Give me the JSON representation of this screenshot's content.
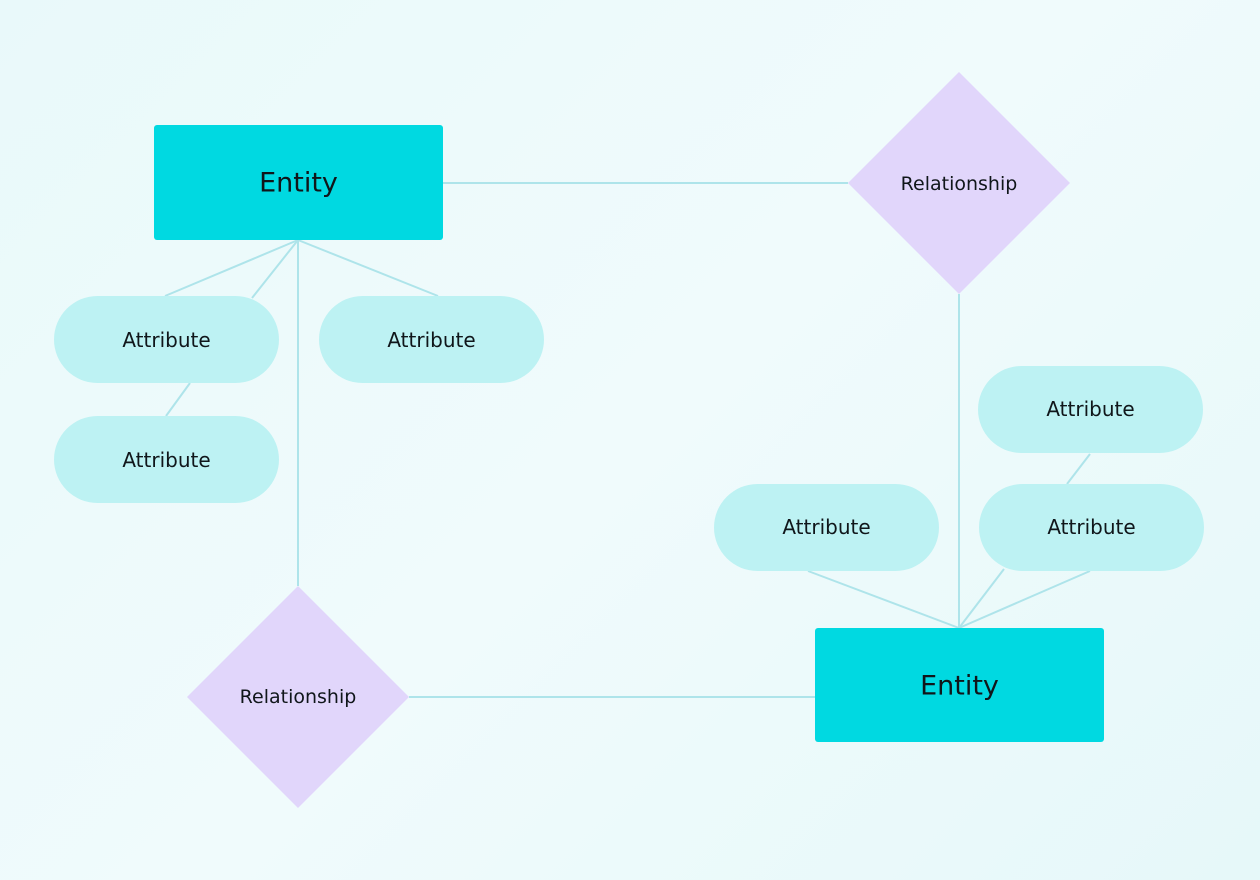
{
  "colors": {
    "entity": "#00d9e1",
    "attribute": "#bdf2f3",
    "relationship": "#e1d6fb",
    "connector": "#aee4ea",
    "text": "#10161a"
  },
  "entities": [
    {
      "label": "Entity"
    },
    {
      "label": "Entity"
    }
  ],
  "relationships": [
    {
      "label": "Relationship"
    },
    {
      "label": "Relationship"
    }
  ],
  "attributes": [
    {
      "label": "Attribute"
    },
    {
      "label": "Attribute"
    },
    {
      "label": "Attribute"
    },
    {
      "label": "Attribute"
    },
    {
      "label": "Attribute"
    },
    {
      "label": "Attribute"
    }
  ]
}
